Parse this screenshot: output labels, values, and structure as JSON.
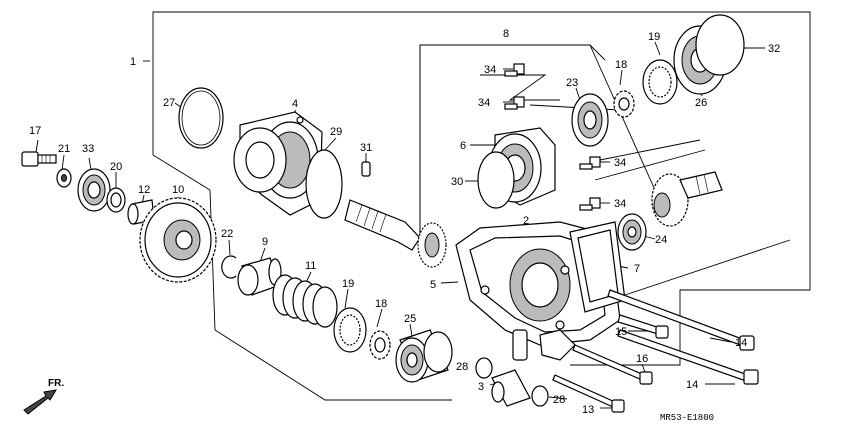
{
  "diagram_code": "MR53-E1800",
  "direction_label": "FR.",
  "callouts": [
    "1",
    "2",
    "3",
    "4",
    "5",
    "6",
    "7",
    "8",
    "9",
    "10",
    "11",
    "12",
    "13",
    "14",
    "14",
    "15",
    "16",
    "17",
    "18",
    "18",
    "19",
    "19",
    "20",
    "21",
    "22",
    "23",
    "24",
    "25",
    "26",
    "27",
    "28",
    "28",
    "29",
    "30",
    "31",
    "32",
    "33",
    "34",
    "34",
    "34",
    "34"
  ]
}
